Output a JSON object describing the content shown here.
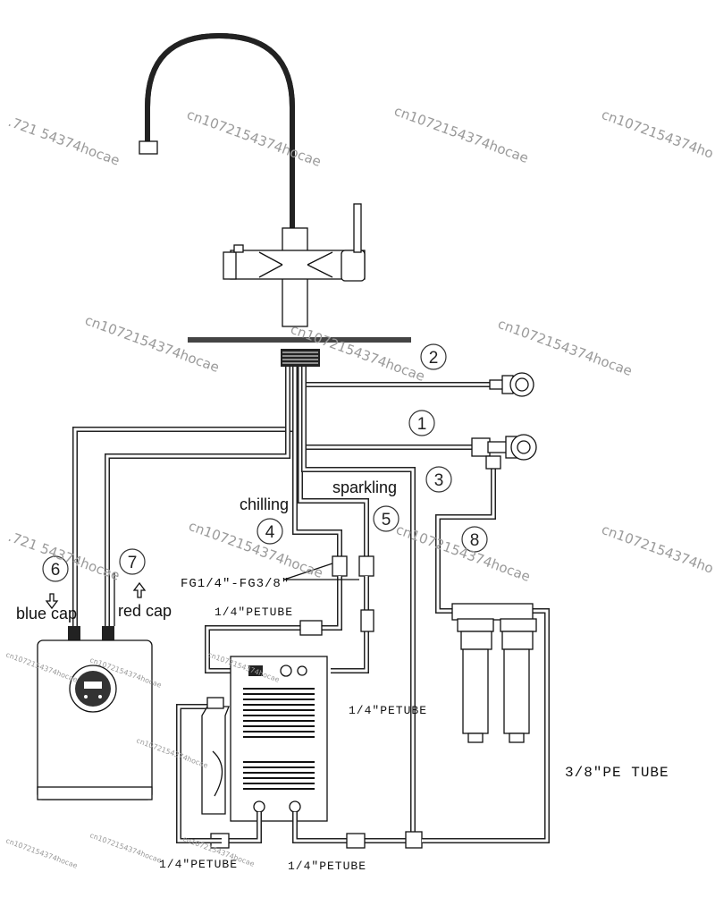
{
  "callouts": {
    "n1": "1",
    "n2": "2",
    "n3": "3",
    "n4": "4",
    "n5": "5",
    "n6": "6",
    "n7": "7",
    "n8": "8"
  },
  "labels": {
    "sparkling": "sparkling",
    "chilling": "chilling",
    "fitting": "FG1/4\"-FG3/8\"",
    "petube_top": "1/4\"PETUBE",
    "petube_right": "1/4\"PETUBE",
    "petube_bottom_left": "1/4\"PETUBE",
    "petube_bottom_mid": "1/4\"PETUBE",
    "pe_tube_big": "3/8\"PE TUBE",
    "blue_cap": "blue cap",
    "red_cap": "red cap"
  },
  "watermark": {
    "text": "cn1072154374hocae",
    "partial_left": "․721 54374hocae",
    "partial_right": "cn1072154374ho"
  },
  "colors": {
    "line": "#111111",
    "watermark": "#9a9a9a",
    "background": "#ffffff"
  }
}
